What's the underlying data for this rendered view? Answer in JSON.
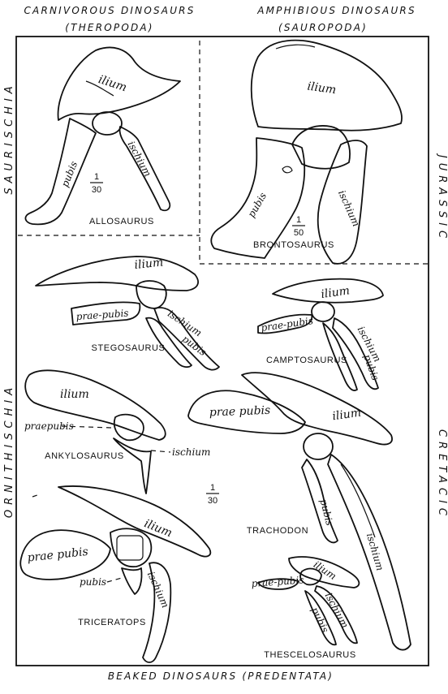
{
  "headers": {
    "carnivorous": "CARNIVOROUS DINOSAURS",
    "theropoda": "(THEROPODA)",
    "amphibious": "AMPHIBIOUS DINOSAURS",
    "sauropoda": "(SAUROPODA)",
    "beaked": "BEAKED DINOSAURS (PREDENTATA)"
  },
  "side_labels": {
    "saurischia": "SAURISCHIA",
    "ornithischia": "ORNITHISCHIA",
    "jurassic": "JURASSIC",
    "cretacic": "CRETACIC"
  },
  "specimens": {
    "allosaurus": {
      "name": "ALLOSAURUS",
      "scale_num": "1",
      "scale_den": "30",
      "ilium": "ilium",
      "ischium": "ischium",
      "pubis": "pubis"
    },
    "brontosaurus": {
      "name": "BRONTOSAURUS",
      "scale_num": "1",
      "scale_den": "50",
      "ilium": "ilium",
      "ischium": "ischium",
      "pubis": "pubis"
    },
    "stegosaurus": {
      "name": "STEGOSAURUS",
      "ilium": "ilium",
      "praepubis": "prae-pubis",
      "ischium": "ischium",
      "pubis": "pubis"
    },
    "camptosaurus": {
      "name": "CAMPTOSAURUS",
      "ilium": "ilium",
      "praepubis": "prae-pubis",
      "ischium": "ischium",
      "pubis": "pubis"
    },
    "ankylosaurus": {
      "name": "ANKYLOSAURUS",
      "ilium": "ilium",
      "praepubis": "praepubis",
      "ischium": "ischium"
    },
    "trachodon": {
      "name": "TRACHODON",
      "praepubis": "prae pubis",
      "ilium": "ilium",
      "pubis": "pubis",
      "ischium": "ischium"
    },
    "triceratops": {
      "name": "TRICERATOPS",
      "ilium": "ilium",
      "praepubis": "prae pubis",
      "pubis": "pubis",
      "ischium": "ischium"
    },
    "thescelosaurus": {
      "name": "THESCELOSAURUS",
      "ilium": "ilium",
      "praepubis": "prae-pubis",
      "ischium": "ischium",
      "pubis": "pubis"
    }
  },
  "shared_scale": {
    "num": "1",
    "den": "30"
  }
}
